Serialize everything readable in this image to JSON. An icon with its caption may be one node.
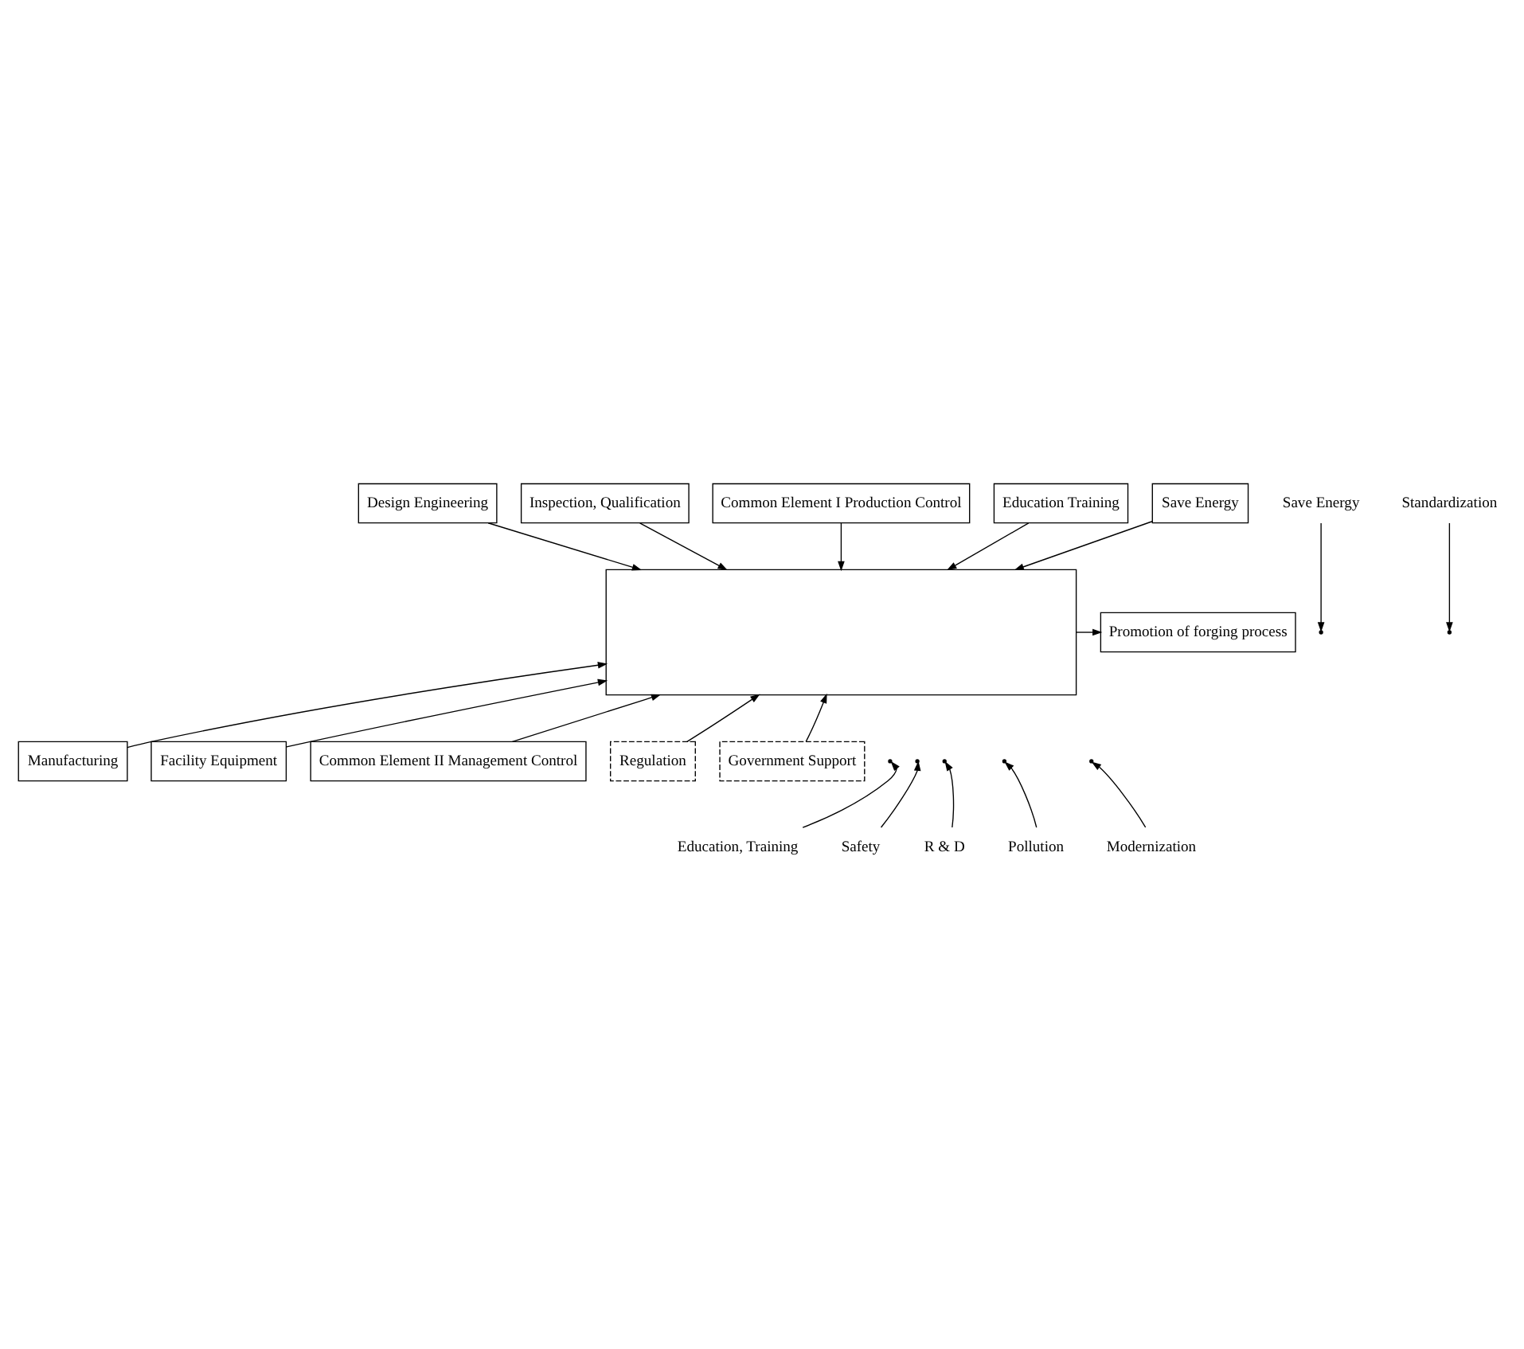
{
  "diagram": {
    "nodes": [
      {
        "text": [
          "Design Engineering"
        ]
      },
      {
        "text": [
          "Inspection, Qualification"
        ]
      },
      {
        "text": [],
        "shape": "box"
      },
      {
        "text": [
          "Save Energy"
        ]
      },
      {
        "text": [
          "Manufacturing"
        ]
      },
      {
        "text": [
          "Facility Equipment"
        ]
      },
      {
        "text": [
          "Promotion of forging process"
        ]
      },
      {
        "text": [
          "Common Element I Production Control"
        ]
      },
      {
        "text": [
          "Education Training"
        ]
      },
      {
        "text": [
          "Save Energy"
        ]
      },
      {
        "text": [
          "Standardization"
        ]
      },
      {
        "text": [
          "Education, Training"
        ]
      },
      {
        "text": [
          "Safety"
        ]
      },
      {
        "text": [
          "R & D"
        ]
      },
      {
        "text": [
          "Pollution"
        ]
      },
      {
        "text": [
          "Modernization"
        ]
      },
      {
        "text": [
          "Common Element II Management Control"
        ]
      },
      {
        "text": [
          "Regulation"
        ]
      },
      {
        "text": [
          "Government Support"
        ]
      }
    ],
    "edges": [
      {
        "from": 0,
        "to": 2,
        "arrow": "to"
      },
      {
        "from": 1,
        "to": 2,
        "arrow": "to"
      },
      {
        "from": 3,
        "to": null,
        "arrow": "to"
      },
      {
        "from": 4,
        "to": 2,
        "arrow": "to"
      },
      {
        "from": 5,
        "to": 2,
        "arrow": "to"
      },
      {
        "from": 2,
        "to": 6,
        "arrow": "to"
      },
      {
        "from": 7,
        "to": 2,
        "arrow": "to"
      },
      {
        "from": 8,
        "to": 2,
        "arrow": "to"
      },
      {
        "from": 9,
        "to": 2,
        "arrow": "to"
      },
      {
        "from": 10,
        "to": null,
        "arrow": "to"
      },
      {
        "from": 11,
        "to": null,
        "arrow": "to"
      },
      {
        "from": 12,
        "to": null,
        "arrow": "to"
      },
      {
        "from": 13,
        "to": null,
        "arrow": "to"
      },
      {
        "from": 14,
        "to": null,
        "arrow": "to"
      },
      {
        "from": 15,
        "to": null,
        "arrow": "to"
      },
      {
        "from": 16,
        "to": 2,
        "arrow": "to"
      },
      {
        "from": 17,
        "to": 2,
        "arrow": "to"
      },
      {
        "from": 18,
        "to": 2,
        "arrow": "to"
      }
    ]
  }
}
